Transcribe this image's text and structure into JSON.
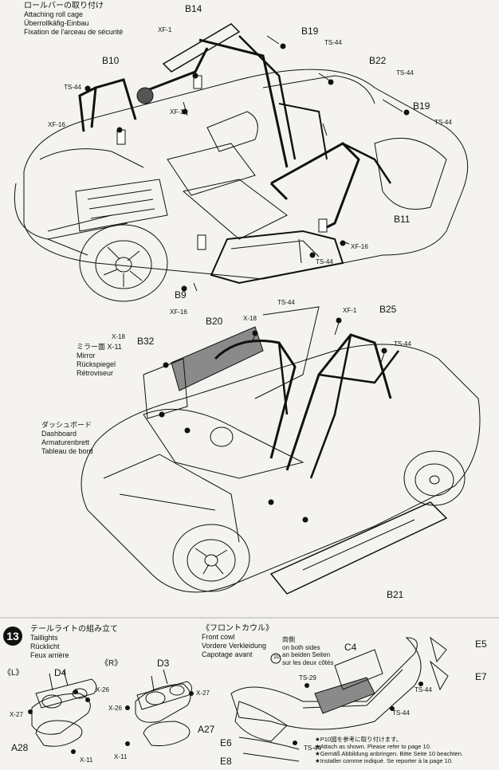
{
  "step12": {
    "title_jp": "ロールバーの取り付け",
    "title_en": "Attaching roll cage",
    "title_de": "Überrollkäfig-Einbau",
    "title_fr": "Fixation de l'arceau de sécurité"
  },
  "step13": {
    "number": "13",
    "taillights": {
      "title_jp": "テールライトの組み立て",
      "title_en": "Taillights",
      "title_de": "Rücklicht",
      "title_fr": "Feux arrière",
      "left_label": "《L》",
      "right_label": "《R》"
    },
    "front_cowl": {
      "title_jp": "《フロントカウル》",
      "title_en": "Front cowl",
      "title_de": "Vordere Verkleidung",
      "title_fr": "Capotage avant",
      "both_sides_jp": "両側",
      "both_sides_en": "on both sides",
      "both_sides_de": "an beiden Seiten",
      "both_sides_fr": "sur les deux côtés",
      "count": "10"
    },
    "notes": {
      "jp": "★P10図を参考に取り付けます。",
      "en": "★Attach as shown. Please refer to page 10.",
      "de": "★Gemäß Abbildung anbringen. Bitte Seite 10 beachten.",
      "fr": "★Installer comme indiqué. Se reporter à la page 10."
    }
  },
  "mirror": {
    "jp": "ミラー面",
    "en": "Mirror",
    "de": "Rückspiegel",
    "fr": "Rétroviseur"
  },
  "dashboard": {
    "jp": "ダッシュボード",
    "en": "Dashboard",
    "de": "Armaturenbrett",
    "fr": "Tableau de bord"
  },
  "parts": {
    "b14": "B14",
    "b19a": "B19",
    "b19b": "B19",
    "b22": "B22",
    "b10": "B10",
    "b11": "B11",
    "b9": "B9",
    "b20": "B20",
    "b25": "B25",
    "b32": "B32",
    "b21": "B21",
    "c4": "C4",
    "d3": "D3",
    "d4": "D4",
    "a27": "A27",
    "a28": "A28",
    "e5": "E5",
    "e6": "E6",
    "e7": "E7",
    "e8": "E8"
  },
  "screws": {
    "xf1_top": "XF-1",
    "ts44_b19": "TS-44",
    "ts44_b22": "TS-44",
    "ts44_b19b": "TS-44",
    "ts44_b10": "TS-44",
    "xf16_left": "XF-16",
    "xf16_mid": "XF-16",
    "xf16_right": "XF-16",
    "ts44_b11": "TS-44",
    "xf16_b9": "XF-16",
    "ts44_b20": "TS-44",
    "x18_b20": "X-18",
    "xf1_b25": "XF-1",
    "ts44_b25": "TS-44",
    "x18_b32": "X-18",
    "x11_b32": "X-11",
    "x26_l": "X-26",
    "x27_l": "X-27",
    "x11_l": "X-11",
    "x26_r": "X-26",
    "x27_r": "X-27",
    "x11_r": "X-11",
    "ts29": "TS-29",
    "ts44_c4": "TS-44",
    "ts44_e7": "TS-44",
    "ts44_e6": "TS-44"
  },
  "colors": {
    "ink": "#111111",
    "paper": "#f4f3ef",
    "part_fill": "#8a8a8a"
  }
}
